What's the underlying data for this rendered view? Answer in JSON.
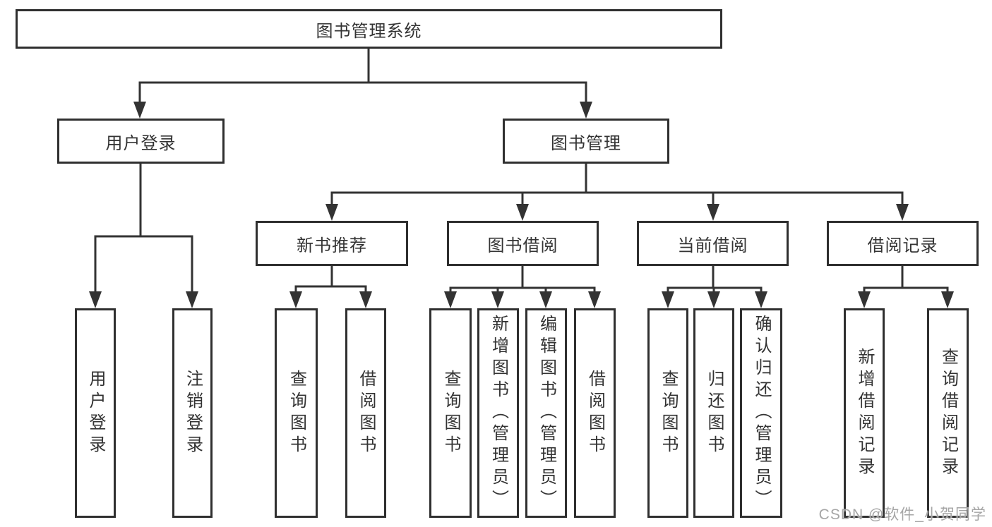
{
  "tree": {
    "root": "图书管理系统",
    "branches": [
      {
        "label": "用户登录",
        "children": [
          "用户登录",
          "注销登录"
        ]
      },
      {
        "label": "图书管理",
        "groups": [
          {
            "label": "新书推荐",
            "children": [
              "查询图书",
              "借阅图书"
            ]
          },
          {
            "label": "图书借阅",
            "children": [
              "查询图书",
              "新增图书（管理员）",
              "编辑图书（管理员）",
              "借阅图书"
            ]
          },
          {
            "label": "当前借阅",
            "children": [
              "查询图书",
              "归还图书",
              "确认归还（管理员）"
            ]
          },
          {
            "label": "借阅记录",
            "children": [
              "新增借阅记录",
              "查询借阅记录"
            ]
          }
        ]
      }
    ]
  },
  "watermark": {
    "text": "CSDN @软件_小贺同学"
  },
  "colors": {
    "line": "#333333",
    "box_border": "#2f2f2f",
    "text": "#333333",
    "watermark": "#a5a5a5",
    "background": "#ffffff"
  }
}
